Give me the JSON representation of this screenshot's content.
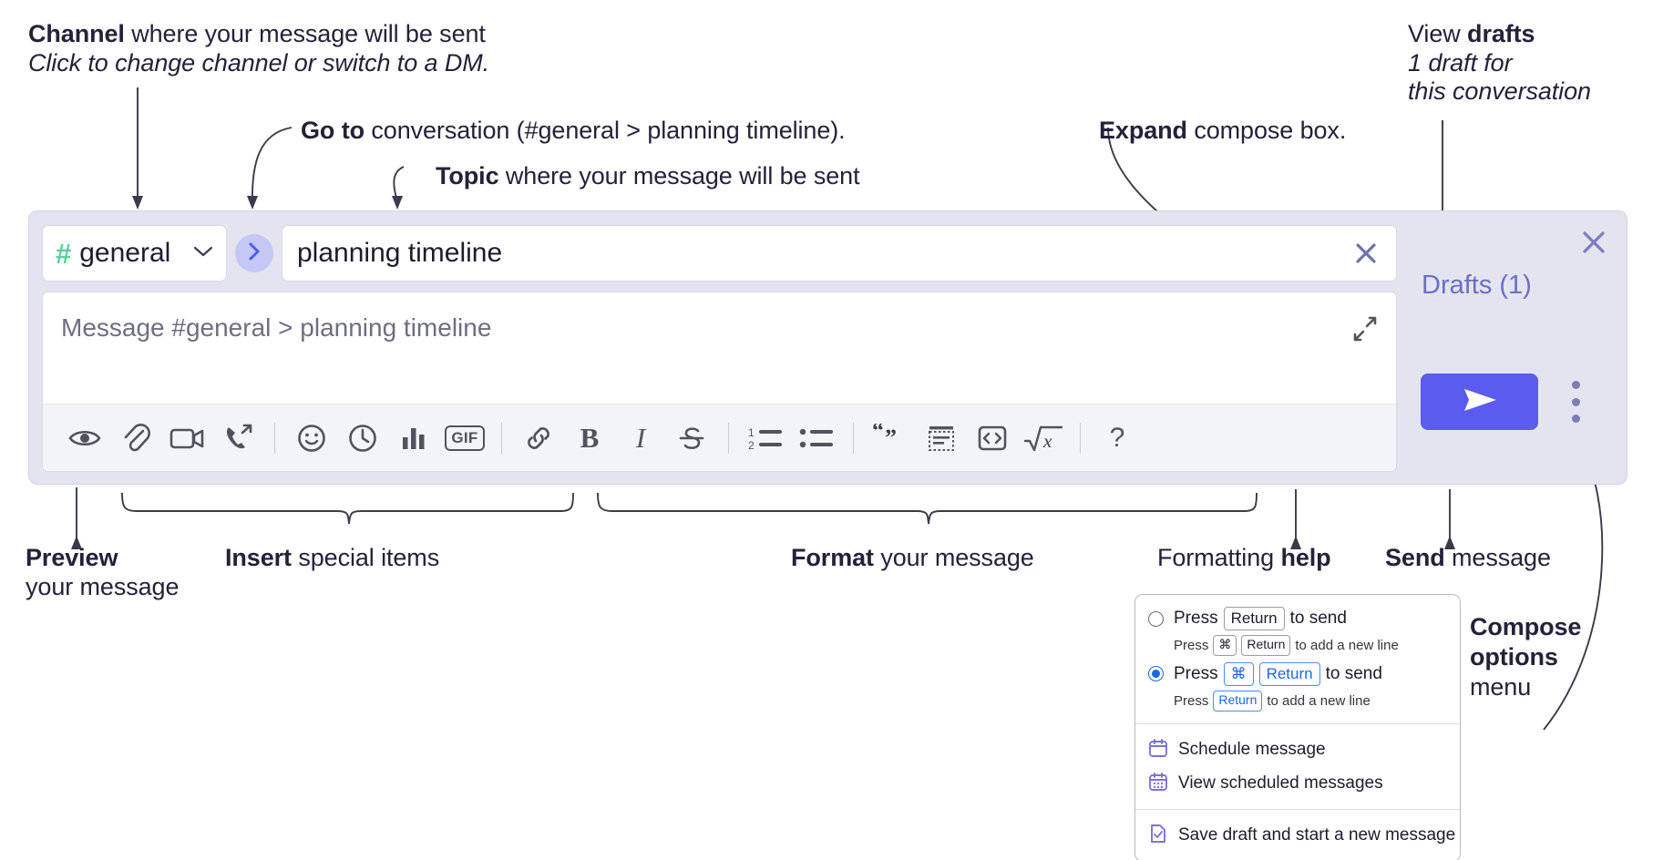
{
  "annotations": {
    "channel": {
      "bold": "Channel",
      "rest": " where your message will be sent",
      "italic": "Click to change channel or switch to a DM."
    },
    "goto": {
      "bold": "Go to",
      "rest": " conversation (#general > planning timeline)."
    },
    "topic": {
      "bold": "Topic",
      "rest": " where your message will be sent"
    },
    "expand": {
      "bold": "Expand",
      "rest": " compose box."
    },
    "drafts": {
      "lead": "View ",
      "bold": "drafts",
      "italic1": "1 draft for",
      "italic2": "this conversation"
    },
    "preview": {
      "bold": "Preview",
      "rest": "your message"
    },
    "insert": {
      "bold": "Insert",
      "rest": " special items"
    },
    "format": {
      "bold": "Format",
      "rest": " your message"
    },
    "help": {
      "lead": "Formatting ",
      "bold": "help"
    },
    "send": {
      "bold": "Send",
      "rest": " message"
    },
    "composeopts": {
      "line1": "Compose",
      "line2": "options",
      "line3": "menu"
    }
  },
  "compose": {
    "channel": {
      "hash": "#",
      "name": "general"
    },
    "topic_value": "planning timeline",
    "message_placeholder": "Message #general > planning timeline",
    "toolbar": [
      {
        "name": "preview-icon",
        "label": "Preview"
      },
      {
        "name": "attachment-icon",
        "label": "Attach file"
      },
      {
        "name": "video-icon",
        "label": "Record video clip"
      },
      {
        "name": "audio-call-icon",
        "label": "Record audio clip"
      },
      {
        "sep": true
      },
      {
        "name": "emoji-icon",
        "label": "Emoji"
      },
      {
        "name": "clock-icon",
        "label": "Reminder"
      },
      {
        "name": "poll-icon",
        "label": "Poll"
      },
      {
        "name": "gif-icon",
        "label": "GIF"
      },
      {
        "sep": true
      },
      {
        "name": "link-icon",
        "label": "Link"
      },
      {
        "name": "bold-icon",
        "label": "B"
      },
      {
        "name": "italic-icon",
        "label": "I"
      },
      {
        "name": "strikethrough-icon",
        "label": "Strikethrough"
      },
      {
        "sep": true
      },
      {
        "name": "ordered-list-icon",
        "label": "Ordered list"
      },
      {
        "name": "bulleted-list-icon",
        "label": "Bulleted list"
      },
      {
        "sep": true
      },
      {
        "name": "blockquote-icon",
        "label": "Blockquote"
      },
      {
        "name": "code-block-icon",
        "label": "Code block"
      },
      {
        "name": "code-snippet-icon",
        "label": "Code snippet"
      },
      {
        "name": "math-icon",
        "label": "Math"
      },
      {
        "sep": true
      },
      {
        "name": "help-icon",
        "label": "?"
      }
    ],
    "drafts_label": "Drafts (1)"
  },
  "menu": {
    "options": [
      {
        "selected": false,
        "pre": "Press",
        "key": "Return",
        "post": "to send",
        "sub_pre": "Press",
        "sub_key1": "⌘",
        "sub_key2": "Return",
        "sub_post": "to add a new line"
      },
      {
        "selected": true,
        "pre": "Press",
        "key1": "⌘",
        "key2": "Return",
        "post": "to send",
        "sub_pre": "Press",
        "sub_key": "Return",
        "sub_post": "to add a new line"
      }
    ],
    "items": [
      {
        "icon": "calendar-icon",
        "label": "Schedule message"
      },
      {
        "icon": "calendar-grid-icon",
        "label": "View scheduled messages"
      },
      {
        "icon": "save-draft-icon",
        "label": "Save draft and start a new message"
      }
    ]
  },
  "colors": {
    "compose_bg": "#e3e4f0",
    "send_button": "#5b5bef",
    "hash_green": "#5bcf99",
    "drafts_purple": "#6b6ec4",
    "radio_blue": "#1a66e8",
    "menu_icon_purple": "#7b73d8"
  }
}
